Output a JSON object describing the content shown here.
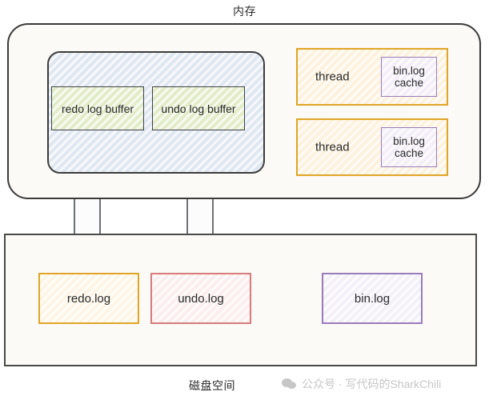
{
  "diagram": {
    "title_top": "内存",
    "title_bottom": "磁盘空间"
  },
  "memory": {
    "buffer_group": {
      "items": [
        {
          "label": "redo log buffer"
        },
        {
          "label": "undo log buffer"
        }
      ]
    },
    "threads": [
      {
        "label": "thread",
        "cache_line1": "bin.log",
        "cache_line2": "cache"
      },
      {
        "label": "thread",
        "cache_line1": "bin.log",
        "cache_line2": "cache"
      }
    ]
  },
  "disk": {
    "files": [
      {
        "label": "redo.log"
      },
      {
        "label": "undo.log"
      },
      {
        "label": "bin.log"
      }
    ]
  },
  "arrows": [
    {
      "from": "redo log buffer",
      "to": "redo.log"
    },
    {
      "from": "undo log buffer",
      "to": "undo.log"
    }
  ],
  "watermark": {
    "icon": "wechat-icon",
    "text": "公众号 · 写代码的SharkChili"
  },
  "colors": {
    "outline": "#3a3a3a",
    "buffer_group_fill": "#dfe7f1",
    "buffer_fill": "#e3ecc9",
    "thread_border": "#e0a526",
    "thread_fill": "#fdf2dd",
    "binlog_cache_border": "#9a7cba",
    "redo_file_border": "#e0a526",
    "undo_file_border": "#d77b7b",
    "bin_file_border": "#9a7cba",
    "watermark": "#c6c6c6"
  }
}
